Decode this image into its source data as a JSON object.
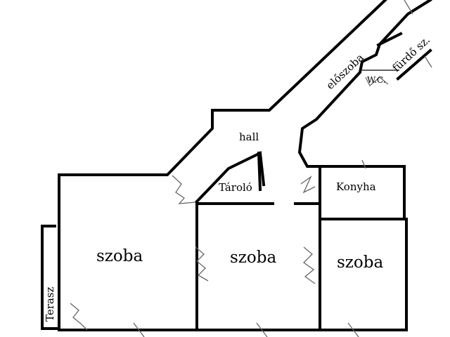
{
  "rooms": {
    "hall": "hall",
    "eloszoba": "előszoba",
    "furdo": "fürdő sz.",
    "wc": "W.C.",
    "konyha": "Konyha",
    "tarolo": "Tároló",
    "szoba_left": "szoba",
    "szoba_mid": "szoba",
    "szoba_right": "szoba",
    "terasz": "Terasz"
  }
}
